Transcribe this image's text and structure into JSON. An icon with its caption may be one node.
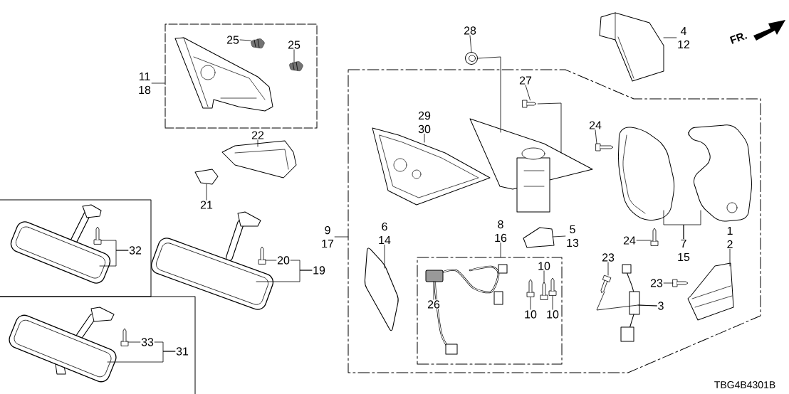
{
  "diagram": {
    "nodes": [
      {
        "text": [],
        "shape": "box"
      },
      {
        "text": [
          "11",
          "18"
        ]
      },
      {
        "text": [
          "25"
        ],
        "in": 0
      },
      {
        "text": [
          "25"
        ],
        "in": 0
      },
      {
        "text": [
          "22"
        ]
      },
      {
        "text": [
          "21"
        ]
      },
      {
        "text": [],
        "shape": "box"
      },
      {
        "text": [
          "32"
        ],
        "in": 6
      },
      {
        "text": [],
        "shape": "box"
      },
      {
        "text": [
          "33"
        ],
        "in": 8
      },
      {
        "text": [
          "31"
        ],
        "in": 8
      },
      {
        "text": [
          "20"
        ]
      },
      {
        "text": [
          "19"
        ]
      },
      {
        "text": [],
        "shape": "box"
      },
      {
        "text": [
          "9",
          "17"
        ]
      },
      {
        "text": [
          "28"
        ]
      },
      {
        "text": [
          "27"
        ],
        "in": 13
      },
      {
        "text": [
          "29",
          "30"
        ],
        "in": 13
      },
      {
        "text": [
          "24"
        ],
        "in": 13
      },
      {
        "text": [
          "4",
          "12"
        ]
      },
      {
        "text": [
          "6",
          "14"
        ],
        "in": 13
      },
      {
        "text": [
          "8",
          "16"
        ],
        "in": 13
      },
      {
        "text": [
          "5",
          "13"
        ],
        "in": 13
      },
      {
        "text": [
          "1",
          "2"
        ],
        "in": 13
      },
      {
        "text": [
          "7",
          "15"
        ],
        "in": 13
      },
      {
        "text": [
          "24"
        ],
        "in": 13
      },
      {
        "text": [
          "23"
        ],
        "in": 13
      },
      {
        "text": [
          "23"
        ],
        "in": 13
      },
      {
        "text": [
          "3"
        ],
        "in": 13
      },
      {
        "text": [],
        "shape": "box",
        "in": 13
      },
      {
        "text": [
          "26"
        ],
        "in": 29
      },
      {
        "text": [
          "10"
        ],
        "in": 29
      },
      {
        "text": [
          "10"
        ],
        "in": 29
      },
      {
        "text": [
          "10"
        ],
        "in": 29
      },
      {
        "text": [],
        "shape": "picture"
      },
      {
        "text": [],
        "shape": "picture",
        "in": 13
      },
      {
        "text": [],
        "shape": "picture",
        "in": 0
      },
      {
        "text": [],
        "shape": "picture",
        "in": 0
      },
      {
        "text": [],
        "shape": "picture",
        "in": 0
      },
      {
        "text": [],
        "shape": "picture"
      },
      {
        "text": [],
        "shape": "picture"
      },
      {
        "text": [],
        "shape": "picture",
        "in": 6
      },
      {
        "text": [],
        "shape": "picture",
        "in": 6
      },
      {
        "text": [],
        "shape": "picture"
      },
      {
        "text": [],
        "shape": "picture"
      },
      {
        "text": [],
        "shape": "picture",
        "in": 8
      },
      {
        "text": [],
        "shape": "picture",
        "in": 8
      },
      {
        "text": [],
        "shape": "picture",
        "in": 13
      },
      {
        "text": [],
        "shape": "picture",
        "in": 13
      },
      {
        "text": [],
        "shape": "picture"
      },
      {
        "text": [],
        "shape": "picture",
        "in": 13
      },
      {
        "text": [],
        "shape": "picture",
        "in": 13
      },
      {
        "text": [],
        "shape": "picture",
        "in": 13
      },
      {
        "text": [],
        "shape": "picture",
        "in": 13
      },
      {
        "text": [],
        "shape": "picture",
        "in": 13
      },
      {
        "text": [],
        "shape": "picture",
        "in": 13
      },
      {
        "text": [],
        "shape": "picture",
        "in": 13
      },
      {
        "text": [],
        "shape": "picture",
        "in": 13
      },
      {
        "text": [],
        "shape": "picture",
        "in": 13
      },
      {
        "text": [],
        "shape": "picture",
        "in": 13
      },
      {
        "text": [],
        "shape": "picture",
        "in": 29
      },
      {
        "text": [],
        "shape": "picture",
        "in": 29
      },
      {
        "text": [],
        "shape": "picture",
        "in": 29
      },
      {
        "text": [],
        "shape": "picture",
        "in": 29
      },
      {
        "text": [],
        "shape": "picture",
        "in": 29
      }
    ],
    "edges": [
      {
        "from": 1,
        "to": 0,
        "arrow": "none"
      },
      {
        "from": 2,
        "to": 37,
        "arrow": "none"
      },
      {
        "from": 3,
        "to": 38,
        "arrow": "none"
      },
      {
        "from": 4,
        "to": 39,
        "arrow": "none"
      },
      {
        "from": 5,
        "to": 40,
        "arrow": "none"
      },
      {
        "from": 7,
        "to": 42,
        "arrow": "none"
      },
      {
        "from": 7,
        "to": 41,
        "arrow": "none"
      },
      {
        "from": 9,
        "to": 46,
        "arrow": "none"
      },
      {
        "from": 10,
        "to": 9,
        "arrow": "none"
      },
      {
        "from": 10,
        "to": 45,
        "arrow": "none"
      },
      {
        "from": 11,
        "to": 44,
        "arrow": "none"
      },
      {
        "from": 12,
        "to": 11,
        "arrow": "none"
      },
      {
        "from": 12,
        "to": 43,
        "arrow": "none"
      },
      {
        "from": 14,
        "to": 13,
        "arrow": "none"
      },
      {
        "from": 15,
        "to": 34,
        "arrow": "none"
      },
      {
        "from": 34,
        "to": 48,
        "arrow": "none"
      },
      {
        "from": 16,
        "to": 35,
        "arrow": "none"
      },
      {
        "from": 35,
        "to": 48,
        "arrow": "none"
      },
      {
        "from": 17,
        "to": 47,
        "arrow": "none"
      },
      {
        "from": 18,
        "to": 50,
        "arrow": "none"
      },
      {
        "from": 19,
        "to": 49,
        "arrow": "none"
      },
      {
        "from": 20,
        "to": 58,
        "arrow": "none"
      },
      {
        "from": 21,
        "to": 29,
        "arrow": "none"
      },
      {
        "from": 22,
        "to": 59,
        "arrow": "none"
      },
      {
        "from": 23,
        "to": 53,
        "arrow": "none"
      },
      {
        "from": 24,
        "to": 51,
        "arrow": "none"
      },
      {
        "from": 24,
        "to": 52,
        "arrow": "none"
      },
      {
        "from": 25,
        "to": 54,
        "arrow": "none"
      },
      {
        "from": 26,
        "to": 55,
        "arrow": "none"
      },
      {
        "from": 27,
        "to": 56,
        "arrow": "none"
      },
      {
        "from": 28,
        "to": 55,
        "arrow": "none"
      },
      {
        "from": 28,
        "to": 57,
        "arrow": "none"
      },
      {
        "from": 30,
        "to": 61,
        "arrow": "none"
      },
      {
        "from": 31,
        "to": 62,
        "arrow": "none"
      },
      {
        "from": 32,
        "to": 63,
        "arrow": "none"
      },
      {
        "from": 33,
        "to": 64,
        "arrow": "none"
      }
    ],
    "labels": [
      "FR.",
      "TBG4B4301B"
    ]
  }
}
